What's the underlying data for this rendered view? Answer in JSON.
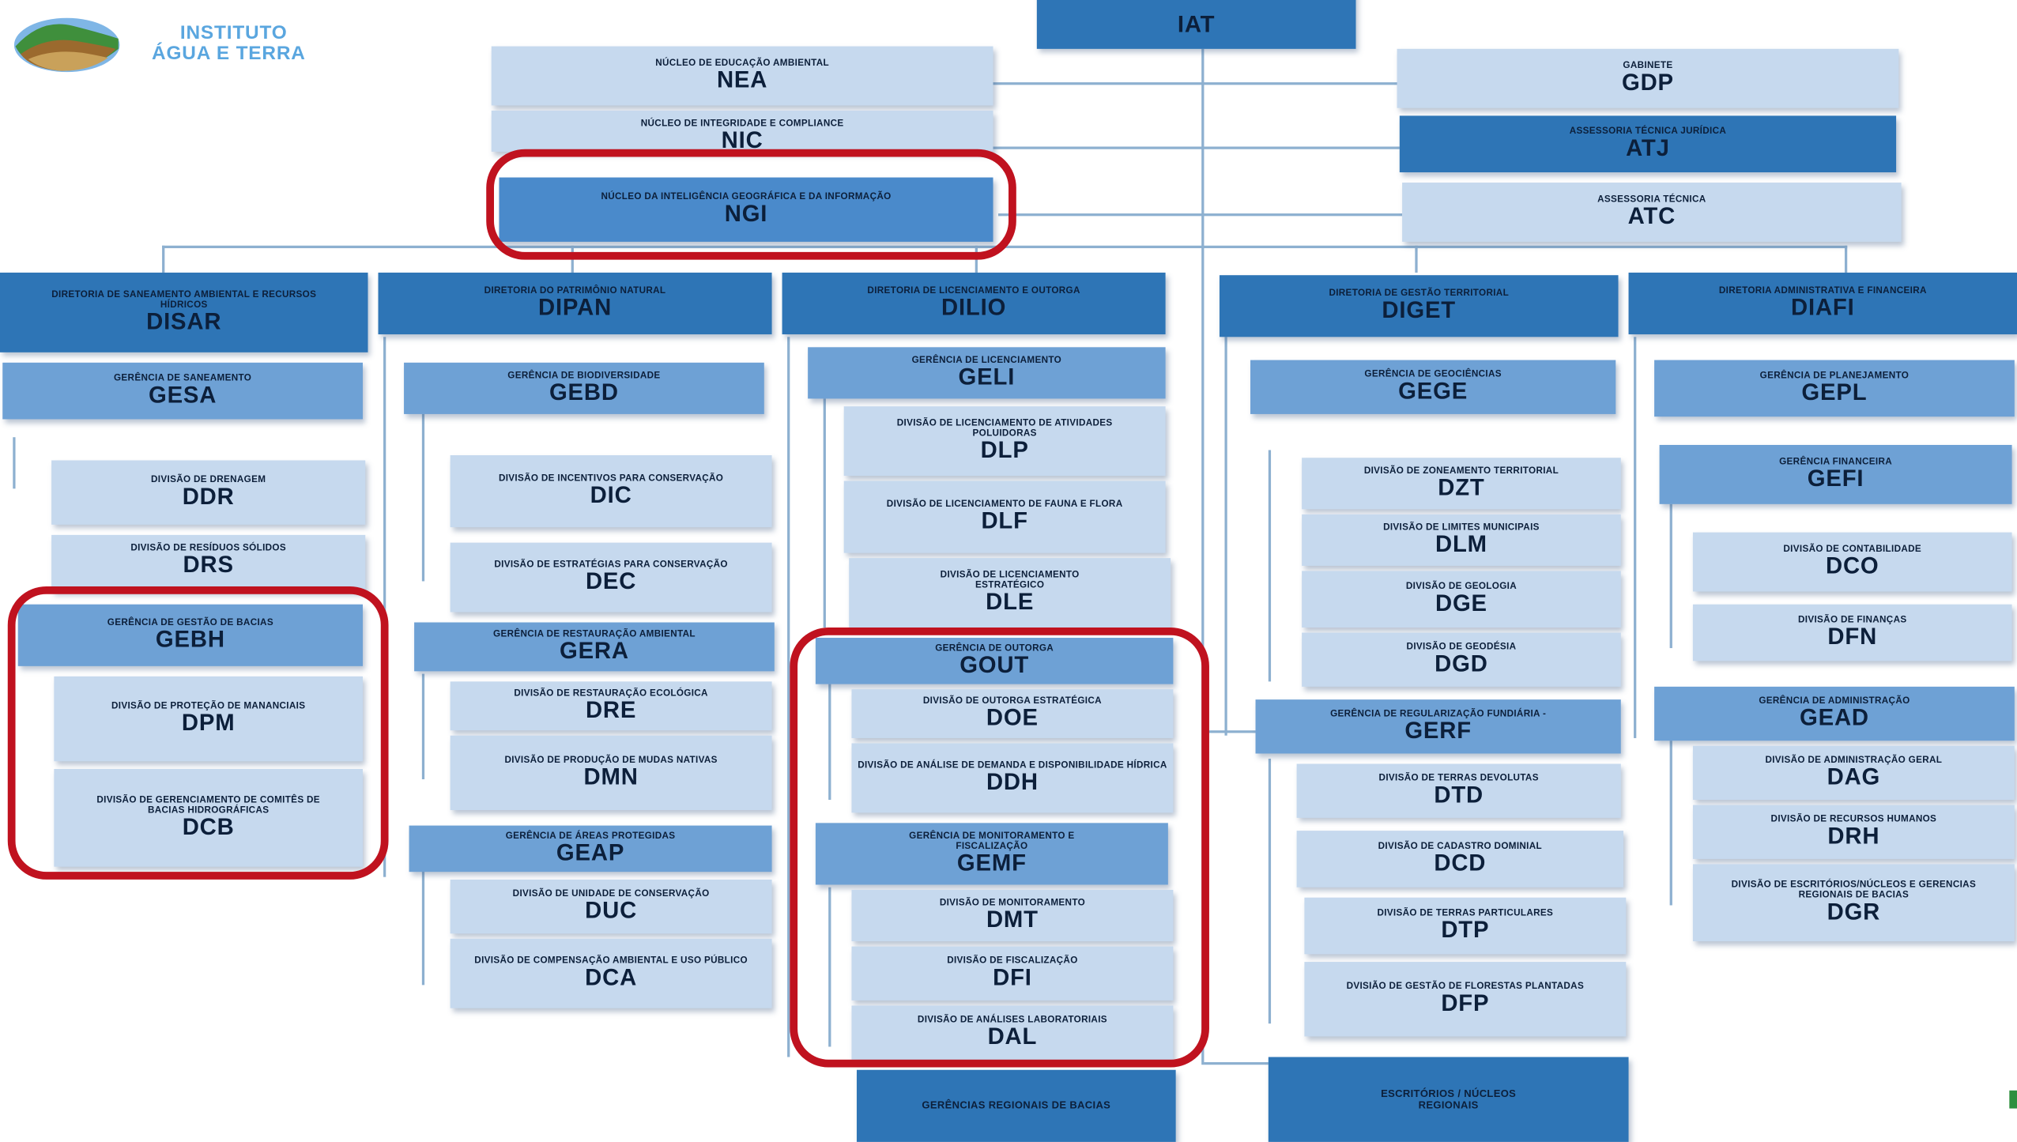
{
  "logo": {
    "line1": "INSTITUTO",
    "line2": "ÁGUA E TERRA"
  },
  "iat": {
    "name": "",
    "acr": "IAT"
  },
  "nucleos": [
    {
      "name": "NÚCLEO DE EDUCAÇÃO AMBIENTAL",
      "acr": "NEA"
    },
    {
      "name": "NÚCLEO DE INTEGRIDADE E COMPLIANCE",
      "acr": "NIC"
    },
    {
      "name": "NÚCLEO DA INTELIGÊNCIA GEOGRÁFICA E DA INFORMAÇÃO",
      "acr": "NGI"
    }
  ],
  "assessorias": [
    {
      "name": "GABINETE",
      "acr": "GDP"
    },
    {
      "name": "ASSESSORIA TÉCNICA JURÍDICA",
      "acr": "ATJ"
    },
    {
      "name": "ASSESSORIA TÉCNICA",
      "acr": "ATC"
    }
  ],
  "disar": {
    "name": "DIRETORIA DE SANEAMENTO AMBIENTAL E RECURSOS HÍDRICOS",
    "acr": "DISAR",
    "units": [
      {
        "name": "GERÊNCIA DE SANEAMENTO",
        "acr": "GESA"
      },
      {
        "name": "DIVISÃO DE DRENAGEM",
        "acr": "DDR"
      },
      {
        "name": "DIVISÃO DE RESÍDUOS SÓLIDOS",
        "acr": "DRS"
      },
      {
        "name": "GERÊNCIA DE GESTÃO DE BACIAS",
        "acr": "GEBH"
      },
      {
        "name": "DIVISÃO DE PROTEÇÃO DE MANANCIAIS",
        "acr": "DPM"
      },
      {
        "name": "DIVISÃO DE GERENCIAMENTO DE COMITÊS DE BACIAS HIDROGRÁFICAS",
        "acr": "DCB"
      }
    ]
  },
  "dipan": {
    "name": "DIRETORIA DO PATRIMÔNIO NATURAL",
    "acr": "DIPAN",
    "units": [
      {
        "name": "GERÊNCIA DE BIODIVERSIDADE",
        "acr": "GEBD"
      },
      {
        "name": "DIVISÃO DE INCENTIVOS PARA CONSERVAÇÃO",
        "acr": "DIC"
      },
      {
        "name": "DIVISÃO DE ESTRATÉGIAS PARA CONSERVAÇÃO",
        "acr": "DEC"
      },
      {
        "name": "GERÊNCIA DE RESTAURAÇÃO AMBIENTAL",
        "acr": "GERA"
      },
      {
        "name": "DIVISÃO DE RESTAURAÇÃO ECOLÓGICA",
        "acr": "DRE"
      },
      {
        "name": "DIVISÃO DE PRODUÇÃO DE MUDAS NATIVAS",
        "acr": "DMN"
      },
      {
        "name": "GERÊNCIA DE ÁREAS PROTEGIDAS",
        "acr": "GEAP"
      },
      {
        "name": "DIVISÃO DE UNIDADE DE CONSERVAÇÃO",
        "acr": "DUC"
      },
      {
        "name": "DIVISÃO DE COMPENSAÇÃO AMBIENTAL E USO PÚBLICO",
        "acr": "DCA"
      }
    ]
  },
  "dilio": {
    "name": "DIRETORIA DE LICENCIAMENTO E OUTORGA",
    "acr": "DILIO",
    "units": [
      {
        "name": "GERÊNCIA DE LICENCIAMENTO",
        "acr": "GELI"
      },
      {
        "name": "DIVISÃO DE LICENCIAMENTO DE ATIVIDADES POLUIDORAS",
        "acr": "DLP"
      },
      {
        "name": "DIVISÃO DE LICENCIAMENTO DE FAUNA E FLORA",
        "acr": "DLF"
      },
      {
        "name": "DIVISÃO DE LICENCIAMENTO ESTRATÉGICO",
        "acr": "DLE"
      },
      {
        "name": "GERÊNCIA DE OUTORGA",
        "acr": "GOUT"
      },
      {
        "name": "DIVISÃO DE OUTORGA ESTRATÉGICA",
        "acr": "DOE"
      },
      {
        "name": "DIVISÃO DE ANÁLISE DE DEMANDA E DISPONIBILIDADE HÍDRICA",
        "acr": "DDH"
      },
      {
        "name": "GERÊNCIA DE MONITORAMENTO E FISCALIZAÇÃO",
        "acr": "GEMF"
      },
      {
        "name": "DIVISÃO DE MONITORAMENTO",
        "acr": "DMT"
      },
      {
        "name": "DIVISÃO DE FISCALIZAÇÃO",
        "acr": "DFI"
      },
      {
        "name": "DIVISÃO DE ANÁLISES LABORATORIAIS",
        "acr": "DAL"
      }
    ]
  },
  "diget": {
    "name": "DIRETORIA DE GESTÃO TERRITORIAL",
    "acr": "DIGET",
    "units": [
      {
        "name": "GERÊNCIA DE GEOCIÊNCIAS",
        "acr": "GEGE"
      },
      {
        "name": "DIVISÃO DE ZONEAMENTO TERRITORIAL",
        "acr": "DZT"
      },
      {
        "name": "DIVISÃO DE LIMITES MUNICIPAIS",
        "acr": "DLM"
      },
      {
        "name": "DIVISÃO DE GEOLOGIA",
        "acr": "DGE"
      },
      {
        "name": "DIVISÃO DE GEODÉSIA",
        "acr": "DGD"
      },
      {
        "name": "GERÊNCIA DE REGULARIZAÇÃO FUNDIÁRIA -",
        "acr": "GERF"
      },
      {
        "name": "DIVISÃO DE TERRAS DEVOLUTAS",
        "acr": "DTD"
      },
      {
        "name": "DIVISÃO DE CADASTRO DOMINIAL",
        "acr": "DCD"
      },
      {
        "name": "DIVISÃO DE TERRAS PARTICULARES",
        "acr": "DTP"
      },
      {
        "name": "DVISIÃO DE GESTÃO DE FLORESTAS PLANTADAS",
        "acr": "DFP"
      }
    ]
  },
  "diafi": {
    "name": "DIRETORIA ADMINISTRATIVA E FINANCEIRA",
    "acr": "DIAFI",
    "units": [
      {
        "name": "GERÊNCIA DE PLANEJAMENTO",
        "acr": "GEPL"
      },
      {
        "name": "GERÊNCIA FINANCEIRA",
        "acr": "GEFI"
      },
      {
        "name": "DIVISÃO DE CONTABILIDADE",
        "acr": "DCO"
      },
      {
        "name": "DIVISÃO DE FINANÇAS",
        "acr": "DFN"
      },
      {
        "name": "GERÊNCIA DE ADMINISTRAÇÃO",
        "acr": "GEAD"
      },
      {
        "name": "DIVISÃO DE ADMINISTRAÇÃO GERAL",
        "acr": "DAG"
      },
      {
        "name": "DIVISÃO DE RECURSOS HUMANOS",
        "acr": "DRH"
      },
      {
        "name": "DIVISÃO DE ESCRITÓRIOS/NÚCLEOS E GERENCIAS REGIONAIS DE BACIAS",
        "acr": "DGR"
      }
    ]
  },
  "regionais": [
    {
      "name": "GERÊNCIAS REGIONAIS DE BACIAS"
    },
    {
      "name": "ESCRITÓRIOS / NÚCLEOS REGIONAIS"
    }
  ],
  "colors": {
    "level1": "#2e75b6",
    "level2": "#6ea1d5",
    "level3": "#c6d9ee",
    "connector": "#8db0d0",
    "highlight": "#c0121f",
    "logo_text": "#5aa6df"
  }
}
